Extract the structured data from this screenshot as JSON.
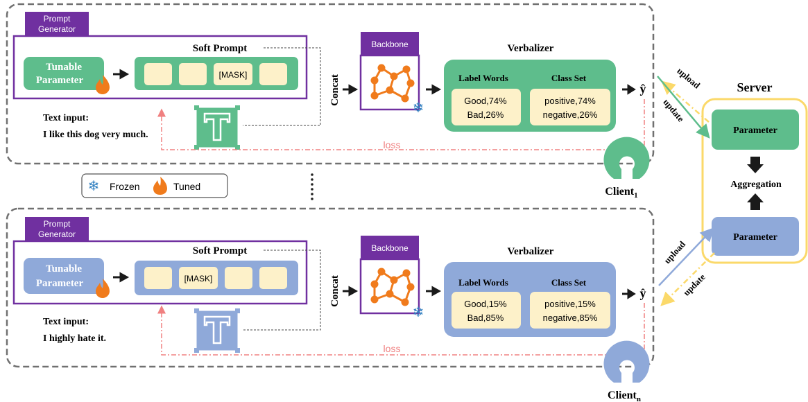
{
  "labels": {
    "prompt_generator_line1": "Prompt",
    "prompt_generator_line2": "Generator",
    "soft_prompt": "Soft Prompt",
    "tunable_line1": "Tunable",
    "tunable_line2": "Parameter",
    "mask": "[MASK]",
    "text_input_label": "Text input:",
    "concat": "Concat",
    "backbone": "Backbone",
    "verbalizer": "Verbalizer",
    "label_words": "Label Words",
    "class_set": "Class Set",
    "y_hat": "ŷ",
    "loss": "loss",
    "upload": "upload",
    "update": "update",
    "frozen": "Frozen",
    "tuned": "Tuned",
    "dots": "⋮",
    "server": "Server",
    "parameter": "Parameter",
    "aggregation": "Aggregation"
  },
  "clients": [
    {
      "name": "Client",
      "subscript": "1",
      "text_input": "I like this dog very much.",
      "label_words": [
        "Good,74%",
        "Bad,26%"
      ],
      "class_set": [
        "positive,74%",
        "negative,26%"
      ],
      "color": "#5ebd8c"
    },
    {
      "name": "Client",
      "subscript": "n",
      "text_input": "I highly hate it.",
      "label_words": [
        "Good,15%",
        "Bad,85%"
      ],
      "class_set": [
        "positive,15%",
        "negative,85%"
      ],
      "color": "#8fa9d9"
    }
  ],
  "colors": {
    "purple": "#7030a0",
    "cream": "#fdf1c9",
    "orange": "#f07b1c",
    "dashed_gray": "#707070",
    "loss_red": "#f08080",
    "server_yellow": "#fbd96a",
    "snow_blue": "#2f7fc0"
  }
}
